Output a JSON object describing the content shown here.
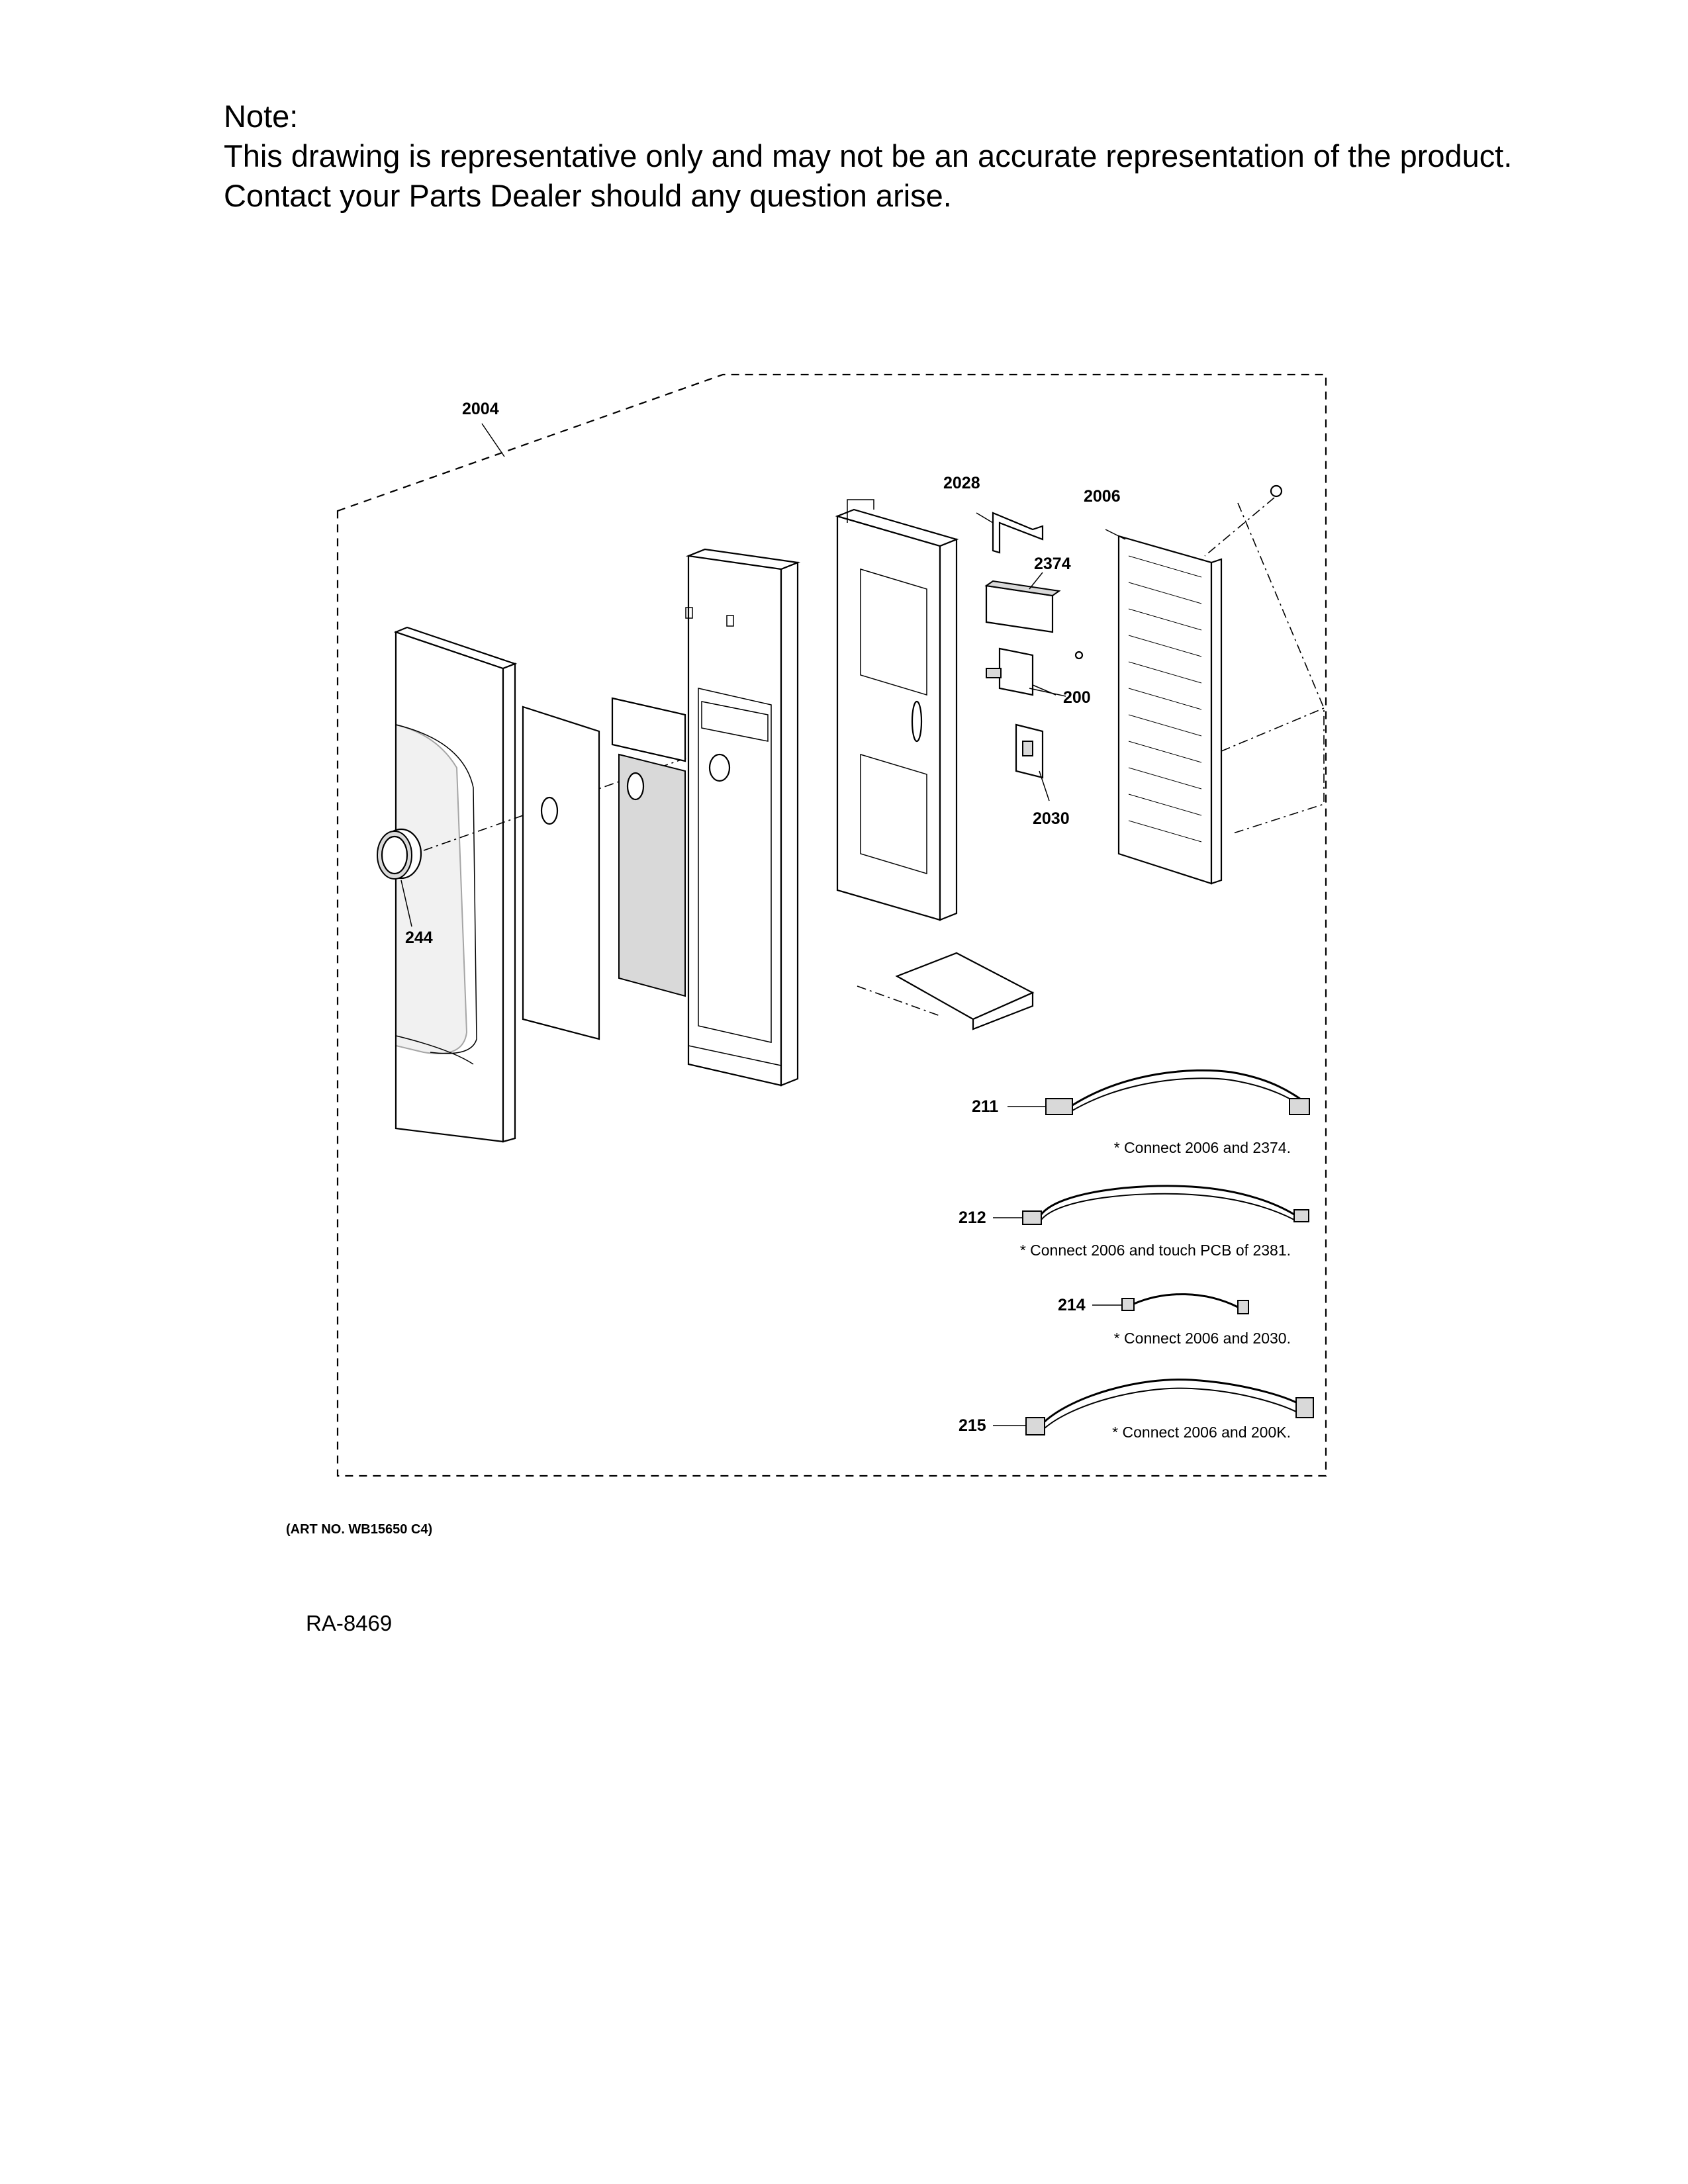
{
  "note": {
    "heading": "Note:",
    "line1": "This drawing is representative only and may not be an accurate representation of the product.",
    "line2": "Contact your Parts Dealer should any question arise."
  },
  "callouts": {
    "c2004": "2004",
    "c2028": "2028",
    "c2006": "2006",
    "c2374": "2374",
    "c200": "200",
    "c2030": "2030",
    "c244": "244",
    "c211": "211",
    "c212": "212",
    "c214": "214",
    "c215": "215"
  },
  "harness_notes": {
    "h211": "* Connect 2006 and 2374.",
    "h212": "* Connect 2006 and touch PCB of 2381.",
    "h214": "* Connect 2006 and 2030.",
    "h215": "* Connect 2006 and 200K."
  },
  "art_number": "(ART NO. WB15650 C4)",
  "ref_number": "RA-8469"
}
